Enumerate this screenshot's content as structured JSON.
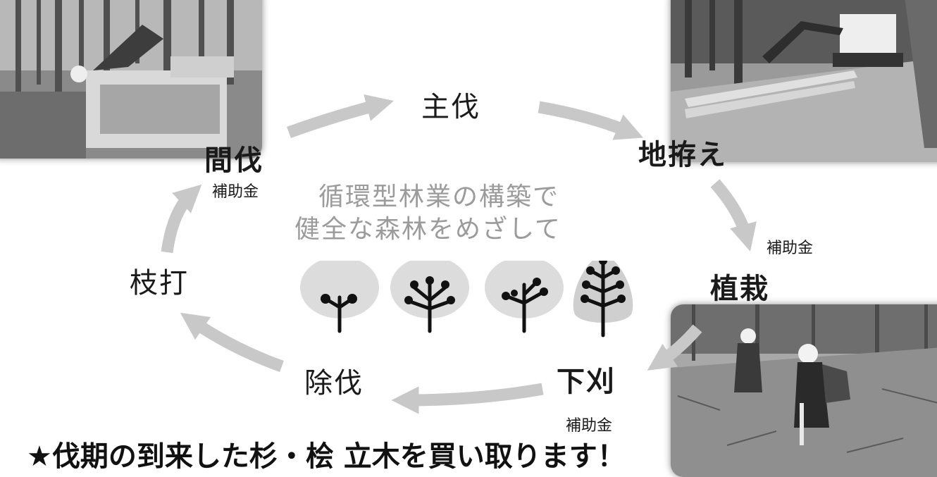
{
  "cycle": {
    "main_cut": "主伐",
    "site_prep": "地拵え",
    "planting": "植栽",
    "undercut": "下刈",
    "weeding": "除伐",
    "pruning": "枝打",
    "thinning": "間伐"
  },
  "subsidy": {
    "thinning": "補助金",
    "site_prep": "補助金",
    "undercut": "補助金"
  },
  "slogan": {
    "line1": "循環型林業の構築で",
    "line2": "健全な森林をめざして"
  },
  "banner": "★伐期の到来した杉・桧 立木を買い取ります！",
  "colors": {
    "arrow": "#c8c8c8",
    "tree_fill": "#dcdcdc",
    "tree_fill_dark": "#cfcfcf",
    "branch": "#111111",
    "slogan_text": "#9b9b9b"
  }
}
